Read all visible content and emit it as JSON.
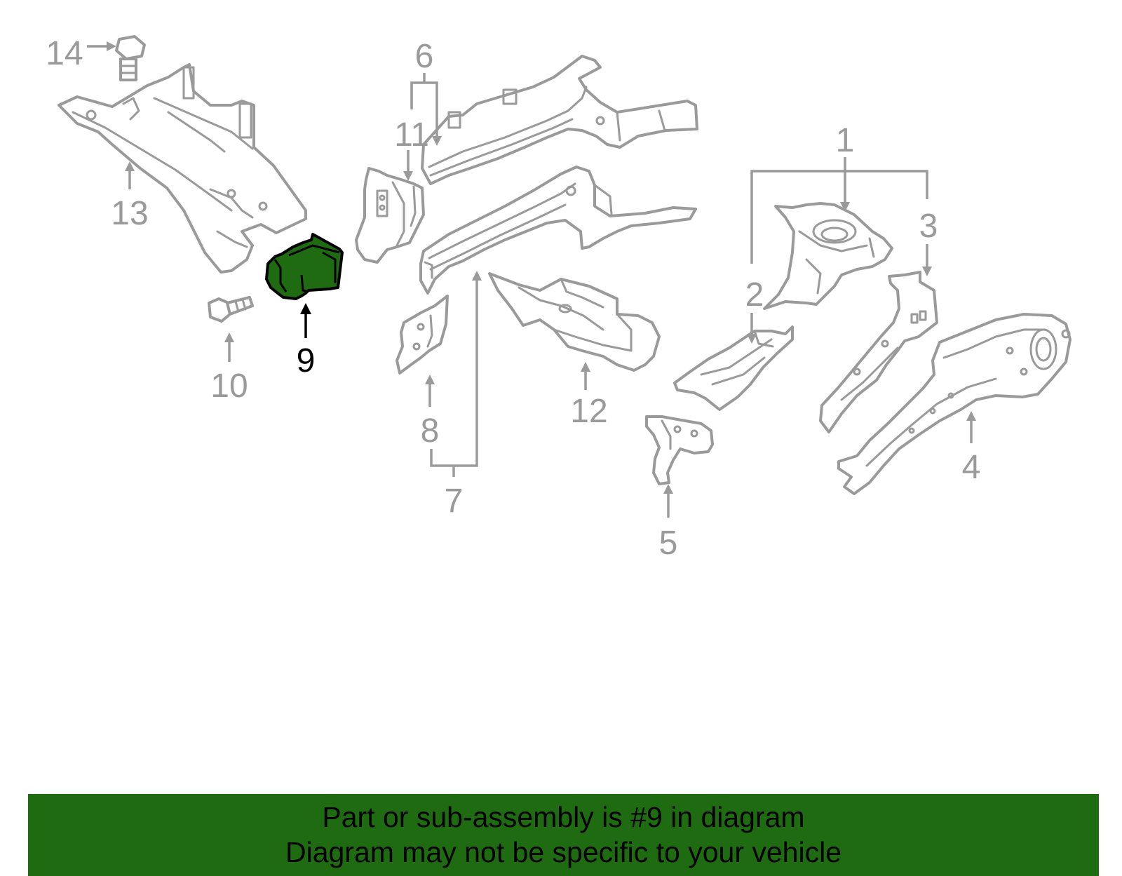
{
  "diagram": {
    "highlight_color": "#1e6b12",
    "line_color": "#9a9a9a",
    "highlighted_callout": "9",
    "callouts": [
      "1",
      "2",
      "3",
      "4",
      "5",
      "6",
      "7",
      "8",
      "9",
      "10",
      "11",
      "12",
      "13",
      "14"
    ]
  },
  "banner": {
    "background": "#1e6b12",
    "line1": "Part or sub-assembly is #9 in diagram",
    "line2": "Diagram may not be specific to your vehicle"
  }
}
